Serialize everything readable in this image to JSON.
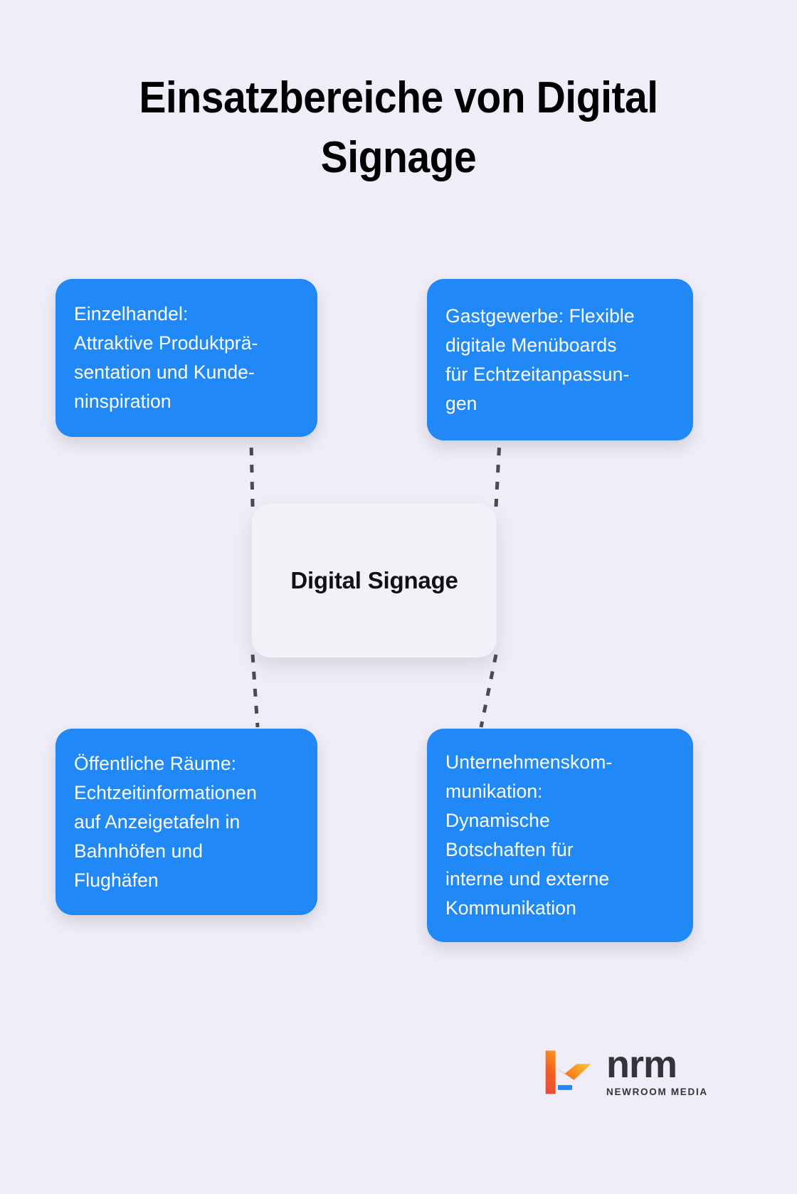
{
  "title": "Einsatzbereiche von Digital Signage",
  "center": {
    "label": "Digital Signage"
  },
  "colors": {
    "background": "#efedf7",
    "leaf_box": "#2089f7",
    "leaf_text": "#ffffff",
    "center_box": "#f3f1f8",
    "center_text": "#111111",
    "connector": "#4a4a52",
    "title_text": "#000000",
    "logo_gradient_start": "#f4611a",
    "logo_gradient_end": "#f5e74a",
    "logo_accent_blue": "#2089f7",
    "logo_text": "#34343c"
  },
  "nodes": [
    {
      "id": "top-left",
      "label": "Einzelhandel:\nAttraktive Produktprä-\nsentation und Kunde-\nninspiration"
    },
    {
      "id": "top-right",
      "label": "Gastgewerbe: Flexible\ndigitale Menüboards\nfür Echtzeitanpassun-\ngen"
    },
    {
      "id": "bottom-left",
      "label": "Öffentliche Räume:\nEchtzeitinformationen\nauf Anzeigetafeln in\nBahnhöfen und\nFlughäfen"
    },
    {
      "id": "bottom-right",
      "label": "Unternehmenskom-\nmunikation:\nDynamische\nBotschaften für\ninterne und externe\nKommunikation"
    }
  ],
  "logo": {
    "name": "nrm",
    "tagline": "NEWROOM MEDIA"
  }
}
